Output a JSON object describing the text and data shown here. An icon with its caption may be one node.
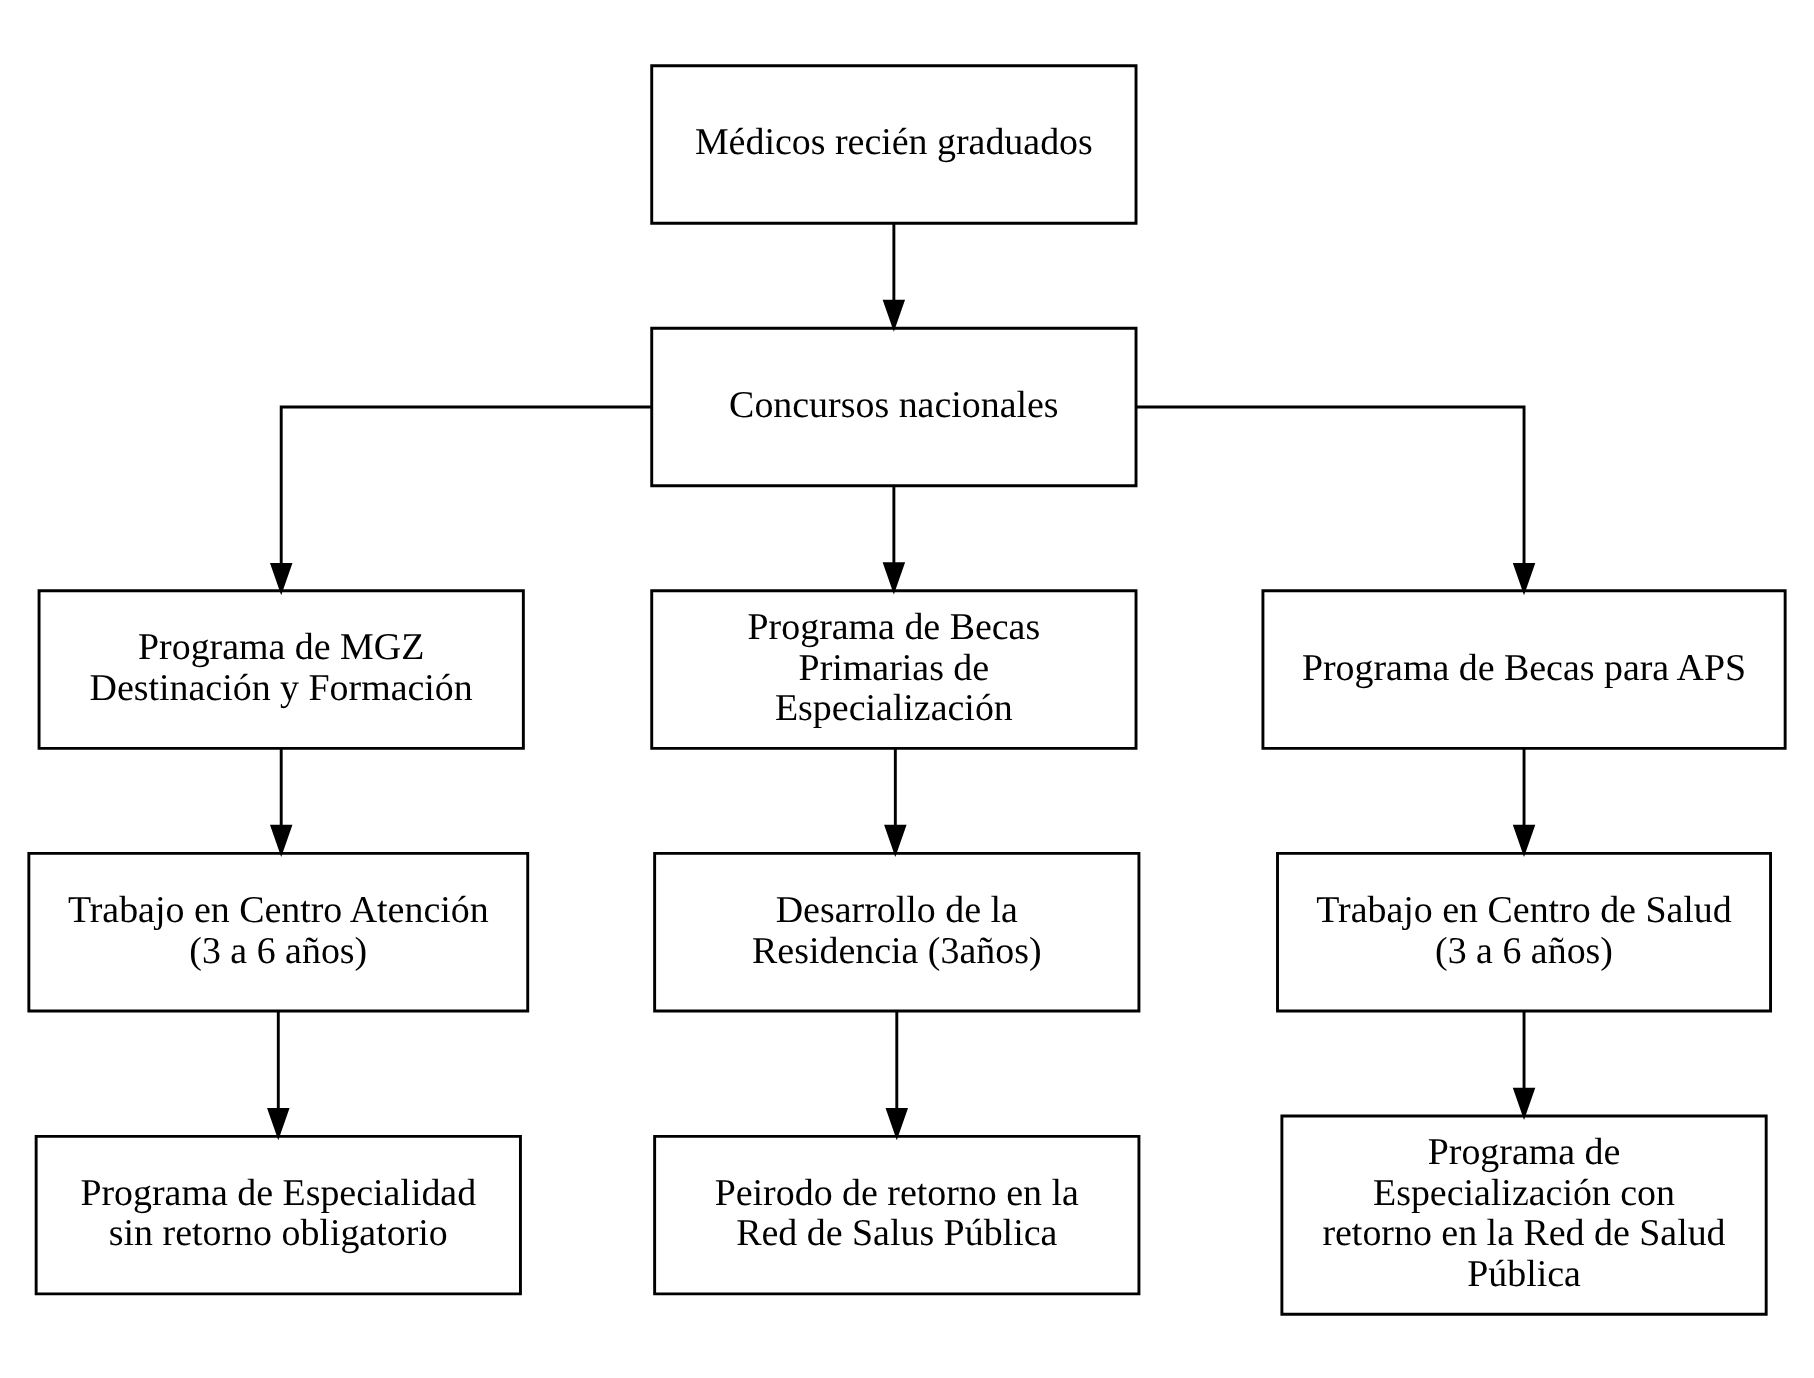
{
  "diagram": {
    "nodes": [
      {
        "text": [
          "Médicos recién graduados"
        ]
      },
      {
        "text": [
          "Concursos nacionales"
        ]
      },
      {
        "text": [
          "Programa de MGZ Destinación y Formación"
        ]
      },
      {
        "text": [
          "Programa de Becas Primarias de Especialización"
        ]
      },
      {
        "text": [
          "Programa de Becas para APS"
        ]
      },
      {
        "text": [
          "Trabajo en Centro Atención (3 a 6 años)"
        ]
      },
      {
        "text": [
          "Desarrollo de la Residencia (3años)"
        ]
      },
      {
        "text": [
          "Trabajo en Centro de Salud (3 a 6 años)"
        ]
      },
      {
        "text": [
          "Programa de Especialidad sin retorno obligatorio"
        ]
      },
      {
        "text": [
          "Peirodo de retorno en la Red de Salus Pública"
        ]
      },
      {
        "text": [
          "Programa de Especialización con retorno en la Red de Salud Pública"
        ]
      }
    ],
    "edges": [
      {
        "from": 0,
        "to": 1,
        "arrow": "to"
      },
      {
        "from": 1,
        "to": 2,
        "arrow": "to"
      },
      {
        "from": 1,
        "to": 3,
        "arrow": "to"
      },
      {
        "from": 1,
        "to": 4,
        "arrow": "to"
      },
      {
        "from": 2,
        "to": 5,
        "arrow": "to"
      },
      {
        "from": 3,
        "to": 6,
        "arrow": "to"
      },
      {
        "from": 4,
        "to": 7,
        "arrow": "to"
      },
      {
        "from": 5,
        "to": 8,
        "arrow": "to"
      },
      {
        "from": 6,
        "to": 9,
        "arrow": "to"
      },
      {
        "from": 7,
        "to": 10,
        "arrow": "to"
      }
    ]
  }
}
